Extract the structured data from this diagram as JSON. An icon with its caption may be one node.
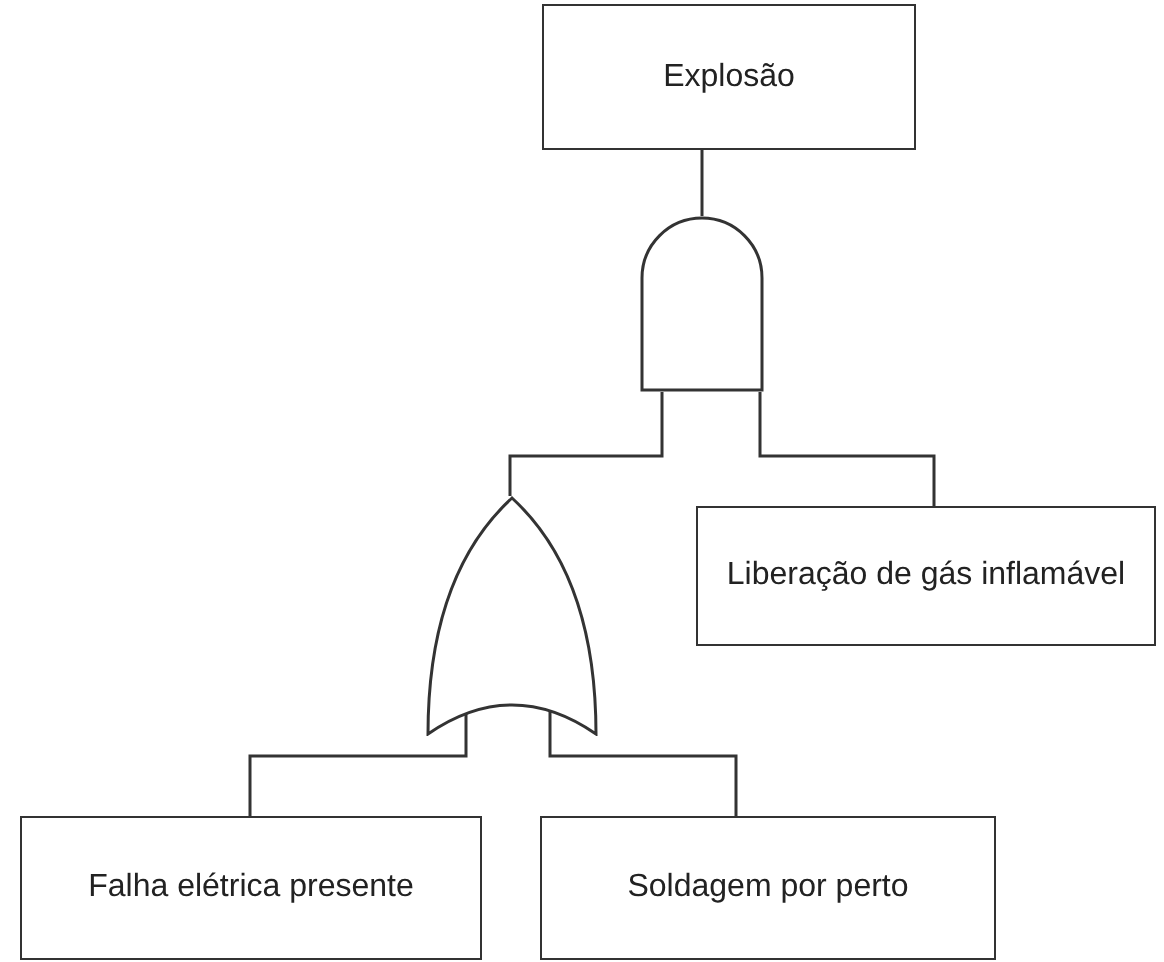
{
  "diagram": {
    "nodes": [
      {
        "text": [
          "Explosão"
        ]
      },
      {
        "text": [],
        "shape": "and-gate"
      },
      {
        "text": [],
        "shape": "or-gate"
      },
      {
        "text": [
          "Liberação de gás inflamável"
        ]
      },
      {
        "text": [
          "Falha elétrica presente"
        ]
      },
      {
        "text": [
          "Soldagem por perto"
        ]
      }
    ],
    "edges": [
      {
        "from": 1,
        "to": 0,
        "arrow": "none"
      },
      {
        "from": 2,
        "to": 1,
        "arrow": "none"
      },
      {
        "from": 3,
        "to": 1,
        "arrow": "none"
      },
      {
        "from": 4,
        "to": 2,
        "arrow": "none"
      },
      {
        "from": 5,
        "to": 2,
        "arrow": "none"
      }
    ]
  }
}
